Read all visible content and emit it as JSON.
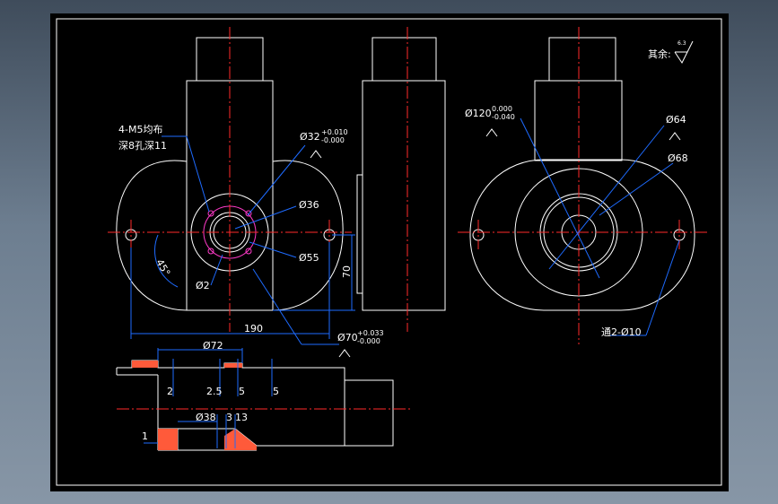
{
  "colors": {
    "background": "#000000",
    "outline": "#ffffff",
    "centerline": "#ff2a2a",
    "dimension": "#1e6bff",
    "hole": "#ff3ac8",
    "section_fill": "#ff5a3a",
    "text": "#ffffff"
  },
  "notes": {
    "thread_holes_line1": "4-M5均布",
    "thread_holes_line2": "深8孔深11",
    "surface_finish": "其余:",
    "surface_finish_value": "6.3"
  },
  "front_view": {
    "dim_bore32": "Ø32",
    "dim_bore32_tol_upper": "+0.010",
    "dim_bore32_tol_lower": "-0.000",
    "dim_36": "Ø36",
    "dim_55": "Ø55",
    "dim_2": "Ø2",
    "dim_angle": "45°",
    "dim_width": "190",
    "dim_height": "70",
    "dim_70": "Ø70",
    "dim_70_tol_upper": "+0.033",
    "dim_70_tol_lower": "-0.000"
  },
  "right_view": {
    "dim_120": "Ø120",
    "dim_120_tol_upper": "0.000",
    "dim_120_tol_lower": "-0.040",
    "dim_64": "Ø64",
    "dim_68": "Ø68",
    "dim_holes": "通2-Ø10"
  },
  "section_view": {
    "dim_72": "Ø72",
    "dim_2": "2",
    "dim_2_5": "2.5",
    "dim_5a": "5",
    "dim_5b": "5",
    "dim_38": "Ø38",
    "dim_3": "3",
    "dim_13": "13",
    "dim_1": "1"
  }
}
